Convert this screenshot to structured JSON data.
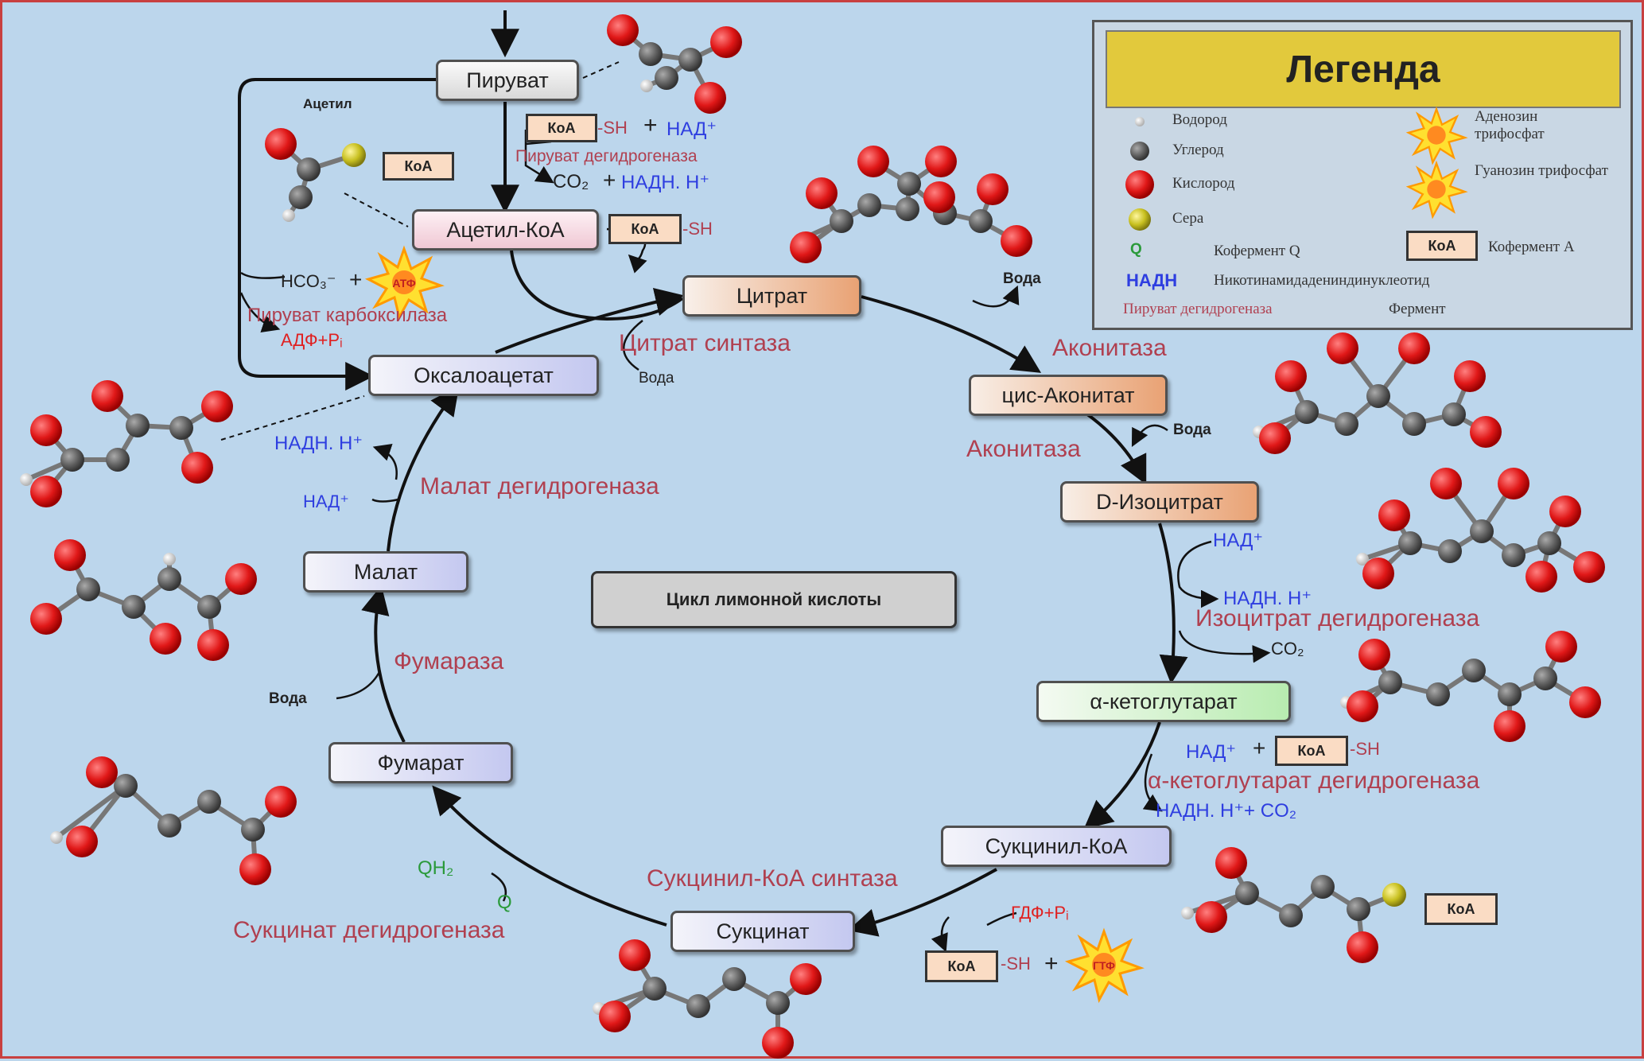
{
  "legend": {
    "title": "Легенда",
    "items": {
      "hydrogen": "Водород",
      "carbon": "Углерод",
      "oxygen": "Кислород",
      "sulfur": "Сера",
      "coenzyme_q_symbol": "Q",
      "coenzyme_q": "Кофермент Q",
      "nadh_symbol": "НАДН",
      "nadh": "Никотинамидадениндинуклеотид",
      "enzyme_example": "Пируват дегидрогеназа",
      "enzyme": "Фермент",
      "atp": "Аденозин трифосфат",
      "gtp": "Гуанозин трифосфат",
      "koa_symbol": "КоА",
      "coenzyme_a": "Кофермент А"
    }
  },
  "center_label": "Цикл лимонной кислоты",
  "metabolites": {
    "pyruvate": "Пируват",
    "acetyl_coa": "Ацетил-КоА",
    "citrate": "Цитрат",
    "cis_aconitate": "цис-Аконитат",
    "isocitrate": "D-Изоцитрат",
    "ketoglutarate": "α-кетоглутарат",
    "succinyl_coa": "Сукцинил-КоА",
    "succinate": "Сукцинат",
    "fumarate": "Фумарат",
    "malate": "Малат",
    "oxaloacetate": "Оксалоацетат"
  },
  "enzymes": {
    "pyruvate_dh": "Пируват дегидрогеназа",
    "pyruvate_carboxylase": "Пируват карбоксилаза",
    "citrate_synthase": "Цитрат синтаза",
    "aconitase_1": "Аконитаза",
    "aconitase_2": "Аконитаза",
    "isocitrate_dh": "Изоцитрат дегидрогеназа",
    "ketoglutarate_dh": "α-кетоглутарат дегидрогеназа",
    "succinyl_coa_synthase": "Сукцинил-КоА синтаза",
    "succinate_dh": "Сукцинат дегидрогеназа",
    "fumarase": "Фумараза",
    "malate_dh": "Малат дегидрогеназа"
  },
  "cofactors": {
    "acetyl_label": "Ацетил",
    "koa": "КоА",
    "sh": "-SH",
    "plus": "+",
    "nad_plus": "НАД⁺",
    "nadh_h": "НАДН. Н⁺",
    "co2": "CO₂",
    "hco3": "HCO₃⁻",
    "adp_pi": "АДФ+Pᵢ",
    "gdp_pi": "ГДФ+Pᵢ",
    "water": "Вода",
    "oh2": "QH₂",
    "q": "Q",
    "nadh_co2": "НАДН. Н⁺+ CO₂",
    "atp_glyph": "АТФ",
    "gtp_glyph": "ГТФ"
  },
  "colors": {
    "enzyme": "#b04050",
    "nad": "#2e3ee0",
    "oxygen": "#e02020",
    "carbon": "#606060",
    "sulfur": "#c8c020",
    "coenzyme_q": "#2a9a3a"
  }
}
